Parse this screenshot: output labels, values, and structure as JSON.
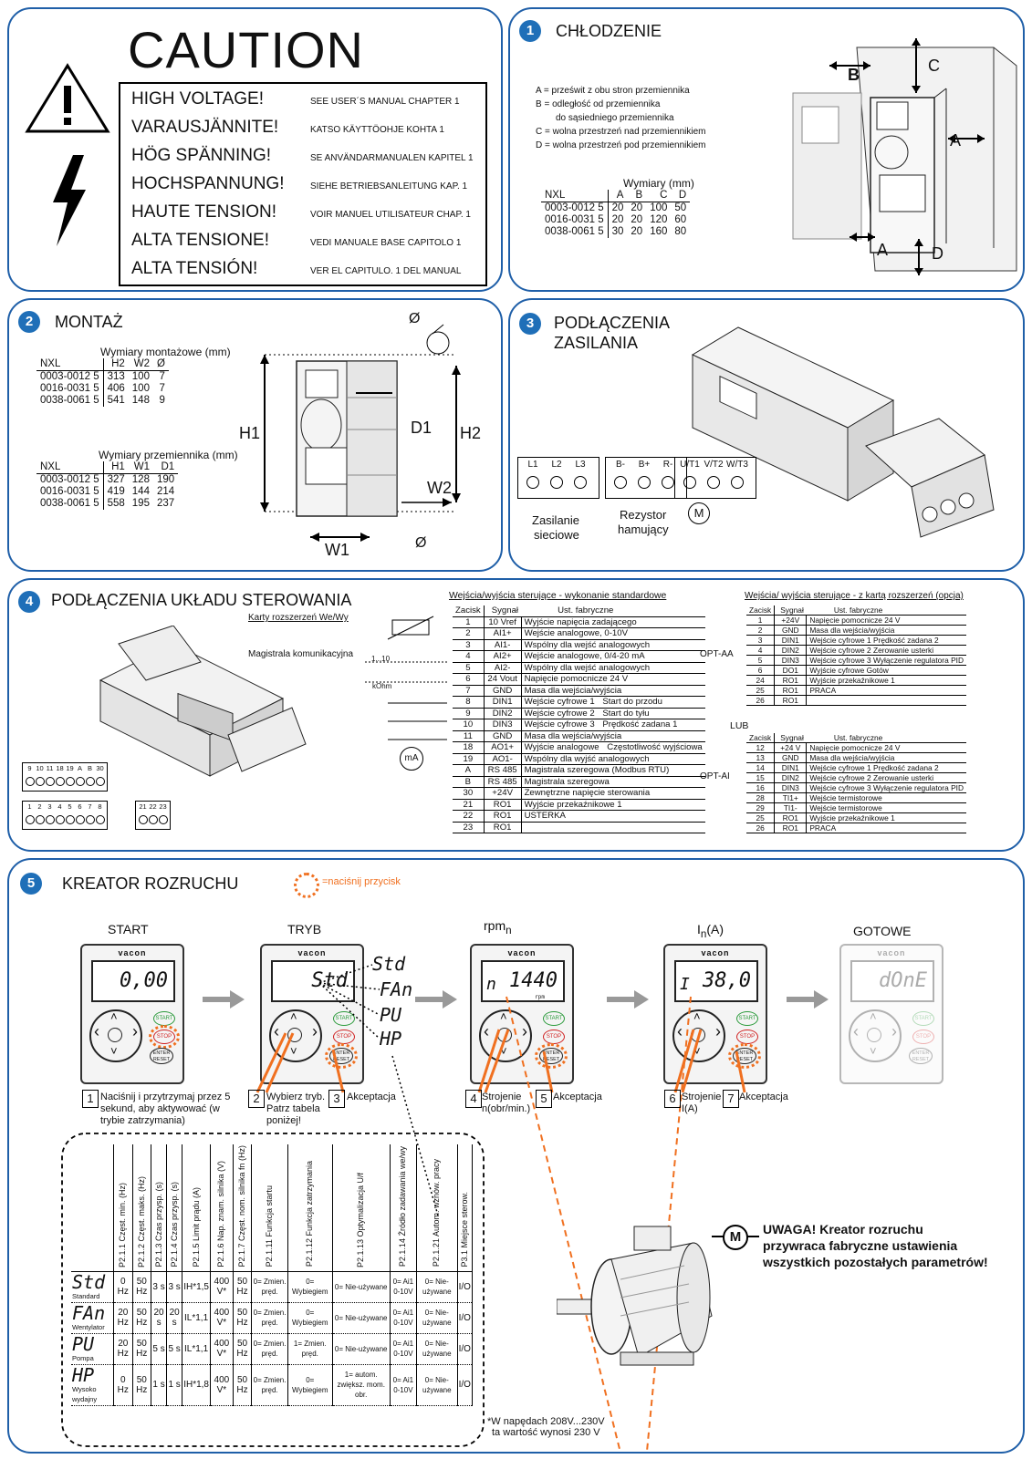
{
  "caution": {
    "title": "CAUTION",
    "rows": [
      {
        "main": "HIGH VOLTAGE!",
        "sub": "SEE USER´S MANUAL CHAPTER 1"
      },
      {
        "main": "VARAUSJÄNNITE!",
        "sub": "KATSO KÄYTTÖOHJE KOHTA 1"
      },
      {
        "main": "HÖG SPÄNNING!",
        "sub": "SE ANVÄNDARMANUALEN KAPITEL 1"
      },
      {
        "main": "HOCHSPANNUNG!",
        "sub": "SIEHE BETRIEBSANLEITUNG KAP. 1"
      },
      {
        "main": "HAUTE TENSION!",
        "sub": "VOIR MANUEL UTILISATEUR CHAP. 1"
      },
      {
        "main": "ALTA TENSIONE!",
        "sub": "VEDI MANUALE BASE CAPITOLO 1"
      },
      {
        "main": "ALTA TENSIÓN!",
        "sub": "VER EL CAPITULO. 1 DEL MANUAL"
      }
    ]
  },
  "s1": {
    "num": "1",
    "title": "CHŁODZENIE",
    "legend": [
      "A = prześwit z obu stron przemiennika",
      "B = odległość od przemiennika",
      "do sąsiedniego przemiennika",
      "C = wolna przestrzeń nad przemiennikiem",
      "D = wolna przestrzeń pod przemiennikiem"
    ],
    "table_caption": "Wymiary (mm)",
    "headers": [
      "NXL",
      "A",
      "B",
      "C",
      "D"
    ],
    "rows": [
      [
        "0003-0012 5",
        "20",
        "20",
        "100",
        "50"
      ],
      [
        "0016-0031 5",
        "20",
        "20",
        "120",
        "60"
      ],
      [
        "0038-0061 5",
        "30",
        "20",
        "160",
        "80"
      ]
    ],
    "labels": {
      "A": "A",
      "B": "B",
      "C": "C",
      "D": "D"
    }
  },
  "s2": {
    "num": "2",
    "title": "MONTAŻ",
    "t1_caption": "Wymiary montażowe (mm)",
    "t1_headers": [
      "NXL",
      "H2",
      "W2",
      "Ø"
    ],
    "t1_rows": [
      [
        "0003-0012 5",
        "313",
        "100",
        "7"
      ],
      [
        "0016-0031 5",
        "406",
        "100",
        "7"
      ],
      [
        "0038-0061 5",
        "541",
        "148",
        "9"
      ]
    ],
    "t2_caption": "Wymiary przemiennika (mm)",
    "t2_headers": [
      "NXL",
      "H1",
      "W1",
      "D1"
    ],
    "t2_rows": [
      [
        "0003-0012 5",
        "327",
        "128",
        "190"
      ],
      [
        "0016-0031 5",
        "419",
        "144",
        "214"
      ],
      [
        "0038-0061 5",
        "558",
        "195",
        "237"
      ]
    ],
    "labels": {
      "h1": "H1",
      "h2": "H2",
      "d1": "D1",
      "w1": "W1",
      "w2": "W2",
      "phi": "Ø"
    }
  },
  "s3": {
    "num": "3",
    "title1": "PODŁĄCZENIA",
    "title2": "ZASILANIA",
    "mains_terminals": [
      "L1",
      "L2",
      "L3"
    ],
    "brake_terminals": [
      "B-",
      "B+",
      "R-"
    ],
    "motor_terminals": [
      "U/T1",
      "V/T2",
      "W/T3"
    ],
    "mains_label1": "Zasilanie",
    "mains_label2": "sieciowe",
    "res_label1": "Rezystor",
    "res_label2": "hamujący",
    "motor": "M"
  },
  "s4": {
    "num": "4",
    "title": "PODŁĄCZENIA UKŁADU STEROWANIA",
    "karty": "Karty rozszerzeń We/Wy",
    "magistrala": "Magistrala komunikacyjna",
    "pot_range": "1...10",
    "kohm": "kOhm",
    "ma": "mA",
    "term_row1": [
      "9",
      "10",
      "11",
      "18",
      "19",
      "A",
      "B",
      "30"
    ],
    "term_row2": [
      "1",
      "2",
      "3",
      "4",
      "5",
      "6",
      "7",
      "8"
    ],
    "term_row3": [
      "21",
      "22",
      "23"
    ],
    "std_title": "Wejścia/wyjścia sterujące - wykonanie standardowe",
    "std_headers": [
      "Zacisk",
      "Sygnał",
      "Ust. fabryczne"
    ],
    "std_rows": [
      [
        "1",
        "10 Vref",
        "Wyjście napięcia zadającego",
        ""
      ],
      [
        "2",
        "AI1+",
        "Wejście analogowe, 0-10V",
        ""
      ],
      [
        "3",
        "AI1-",
        "Wspólny dla wejść analogowych",
        ""
      ],
      [
        "4",
        "AI2+",
        "Wejście analogowe, 0/4-20 mA",
        ""
      ],
      [
        "5",
        "AI2-",
        "Wspólny dla wejść analogowych",
        ""
      ],
      [
        "6",
        "24 Vout",
        "Napięcie pomocnicze 24 V",
        ""
      ],
      [
        "7",
        "GND",
        "Masa dla wejścia/wyjścia",
        ""
      ],
      [
        "8",
        "DIN1",
        "Wejście cyfrowe 1",
        "Start do przodu"
      ],
      [
        "9",
        "DIN2",
        "Wejście cyfrowe 2",
        "Start do tyłu"
      ],
      [
        "10",
        "DIN3",
        "Wejście cyfrowe 3",
        "Prędkość zadana 1"
      ],
      [
        "11",
        "GND",
        "Masa dla wejścia/wyjścia",
        ""
      ],
      [
        "18",
        "AO1+",
        "Wyjście analogowe",
        "Częstotliwość wyjściowa"
      ],
      [
        "19",
        "AO1-",
        "Wspólny dla wyjść analogowych",
        ""
      ],
      [
        "A",
        "RS 485",
        "Magistrala szeregowa (Modbus RTU)",
        ""
      ],
      [
        "B",
        "RS 485",
        "Magistrala szeregowa",
        ""
      ],
      [
        "30",
        "+24V",
        "Zewnętrzne napięcie sterowania",
        ""
      ],
      [
        "21",
        "RO1",
        "Wyjście przekaźnikowe 1",
        ""
      ],
      [
        "22",
        "RO1",
        "USTERKA",
        ""
      ],
      [
        "23",
        "RO1",
        "",
        ""
      ]
    ],
    "opt_title": "Wejścia/ wyjścia sterujące - z kartą rozszerzeń (opcja)",
    "opt_headers": [
      "Zacisk",
      "Sygnał",
      "Ust. fabryczne"
    ],
    "opt_aa_label": "OPT-AA",
    "opt_aa_rows": [
      [
        "1",
        "+24V",
        "Napięcie pomocnicze 24 V"
      ],
      [
        "2",
        "GND",
        "Masa dla wejścia/wyjścia"
      ],
      [
        "3",
        "DIN1",
        "Wejście cyfrowe 1  Prędkość zadana 2"
      ],
      [
        "4",
        "DIN2",
        "Wejście cyfrowe 2  Zerowanie usterki"
      ],
      [
        "5",
        "DIN3",
        "Wejście cyfrowe 3  Wyłączenie regulatora PID"
      ],
      [
        "6",
        "DO1",
        "Wyjście cyfrowe    Gotów"
      ],
      [
        "24",
        "RO1",
        "Wyjście przekaźnikowe 1"
      ],
      [
        "25",
        "RO1",
        "PRACA"
      ],
      [
        "26",
        "RO1",
        ""
      ]
    ],
    "lub": "LUB",
    "opt_ai_label": "OPT-AI",
    "opt_ai_rows": [
      [
        "12",
        "+24 V",
        "Napięcie pomocnicze 24 V"
      ],
      [
        "13",
        "GND",
        "Masa dla wejścia/wyjścia"
      ],
      [
        "14",
        "DIN1",
        "Wejście cyfrowe 1  Prędkość zadana 2"
      ],
      [
        "15",
        "DIN2",
        "Wejście cyfrowe 2  Zerowanie usterki"
      ],
      [
        "16",
        "DIN3",
        "Wejście cyfrowe 3  Wyłączenie regulatora PID"
      ],
      [
        "28",
        "TI1+",
        "Wejście termistorowe"
      ],
      [
        "29",
        "TI1-",
        "Wejście termistorowe"
      ],
      [
        "25",
        "RO1",
        "Wyjście przekaźnikowe 1"
      ],
      [
        "26",
        "RO1",
        "PRACA"
      ]
    ]
  },
  "s5": {
    "num": "5",
    "title": "KREATOR ROZRUCHU",
    "press_legend": "=naciśnij przycisk",
    "stages": {
      "start": {
        "label": "START",
        "display": "0,00"
      },
      "tryb": {
        "label": "TRYB",
        "display": "Std"
      },
      "rpm": {
        "label": "rpm",
        "sub": "n",
        "display": "1440",
        "prefix": "n",
        "unit": "rpm"
      },
      "current": {
        "label": "I",
        "sub": "n",
        "suffix": "(A)",
        "display": "38,0",
        "prefix": "I"
      },
      "done": {
        "label": "GOTOWE",
        "display": "dOnE"
      }
    },
    "modes": [
      "Std",
      "FAn",
      "PU",
      "HP"
    ],
    "keypad": {
      "logo": "vacon",
      "start": "START",
      "stop": "STOP",
      "enter": "ENTER",
      "reset": "RESET"
    },
    "steps": [
      {
        "n": "1",
        "text": "Naciśnij i przytrzymaj przez 5 sekund, aby aktywować (w trybie zatrzymania)"
      },
      {
        "n": "2",
        "text": "Wybierz tryb. Patrz tabela poniżej!"
      },
      {
        "n": "3",
        "text": "Akceptacja"
      },
      {
        "n": "4",
        "text": "Strojenie n(obr/min.)"
      },
      {
        "n": "5",
        "text": "Akceptacja"
      },
      {
        "n": "6",
        "text": "Strojenie I(A)"
      },
      {
        "n": "7",
        "text": "Akceptacja"
      }
    ],
    "table_headers": [
      "P2.1.1 Częst. min. (Hz)",
      "P2.1.2 Częst. maks. (Hz)",
      "P2.1.3 Czas przysp. (s)",
      "P2.1.4 Czas przysp. (s)",
      "P2.1.5 Limit prądu (A)",
      "P2.1.6 Nap. znam. silnika (V)",
      "P2.1.7 Częst. nom. silnika fn (Hz)",
      "P2.1.11 Funkcja startu",
      "P2.1.12 Funkcja zatrzymania",
      "P2.1.13 Optymalizacja U/f",
      "P2.1.14 Źródło zadawania we/wy",
      "P2.1.21 Autom. wznów. pracy",
      "P3.1 Miejsce sterow."
    ],
    "table_rows": [
      {
        "mode": "Std",
        "name": "Standard",
        "cells": [
          "0 Hz",
          "50 Hz",
          "3 s",
          "3 s",
          "IH*1,5",
          "400 V*",
          "50 Hz",
          "0= Zmien. pręd.",
          "0= Wybiegiem",
          "0= Nie-używane",
          "0= Ai1 0-10V",
          "0= Nie-używane",
          "I/O"
        ]
      },
      {
        "mode": "FAn",
        "name": "Wentylator",
        "cells": [
          "20 Hz",
          "50 Hz",
          "20 s",
          "20 s",
          "IL*1,1",
          "400 V*",
          "50 Hz",
          "0= Zmien. pręd.",
          "0= Wybiegiem",
          "0= Nie-używane",
          "0= Ai1 0-10V",
          "0= Nie-używane",
          "I/O"
        ]
      },
      {
        "mode": "PU",
        "name": "Pompa",
        "cells": [
          "20 Hz",
          "50 Hz",
          "5 s",
          "5 s",
          "IL*1,1",
          "400 V*",
          "50 Hz",
          "0= Zmien. pręd.",
          "1= Zmien. pręd.",
          "0= Nie-używane",
          "0= Ai1 0-10V",
          "0= Nie-używane",
          "I/O"
        ]
      },
      {
        "mode": "HP",
        "name": "Wysoko wydajny",
        "cells": [
          "0 Hz",
          "50 Hz",
          "1 s",
          "1 s",
          "IH*1,8",
          "400 V*",
          "50 Hz",
          "0= Zmien. pręd.",
          "0= Wybiegiem",
          "1= autom. zwiększ. mom. obr.",
          "0= Ai1 0-10V",
          "0= Nie-używane",
          "I/O"
        ]
      }
    ],
    "footnote1": "*W napędach 208V...230V",
    "footnote2": "ta wartość wynosi 230 V",
    "warning_m": "M",
    "warning1": "UWAGA! Kreator rozruchu",
    "warning2": "przywraca fabryczne ustawienia",
    "warning3": "wszystkich pozostałych parametrów!"
  },
  "colors": {
    "panel_border": "#1f5fa8",
    "badge": "#1f6fb8",
    "accent_orange": "#f07020",
    "start_green": "#2a9a3a",
    "stop_red": "#d02020"
  }
}
